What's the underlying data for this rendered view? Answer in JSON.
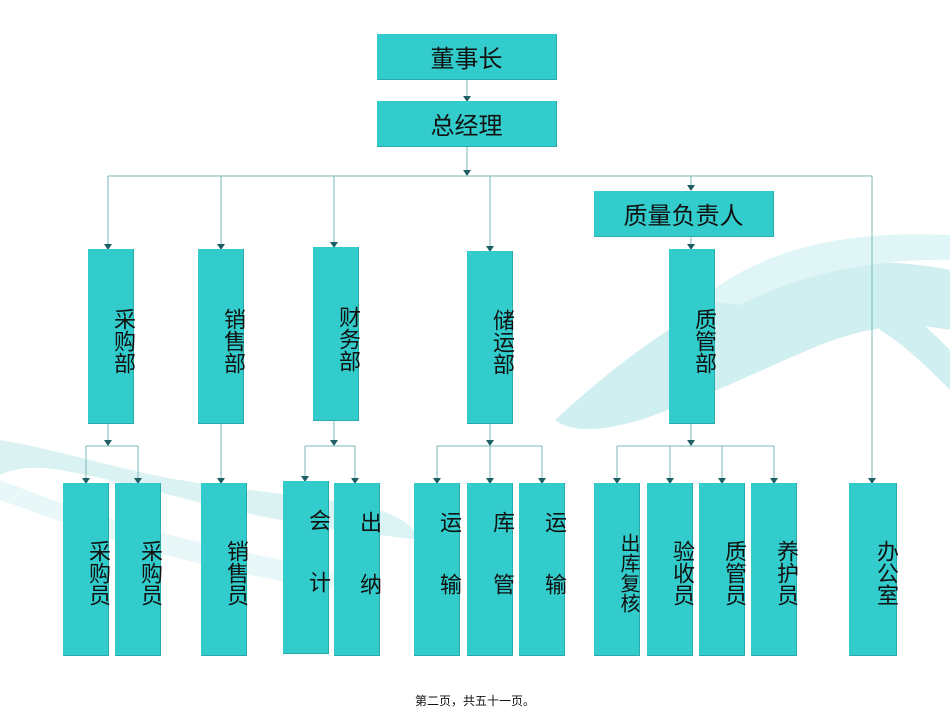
{
  "top": {
    "chairman": "董事长",
    "gm": "总经理",
    "quality_head": "质量负责人"
  },
  "departments": [
    {
      "id": "purchase",
      "label": "采购部"
    },
    {
      "id": "sales",
      "label": "销售部"
    },
    {
      "id": "finance",
      "label": "财务部"
    },
    {
      "id": "storage",
      "label": "储运部"
    },
    {
      "id": "qa",
      "label": "质管部"
    }
  ],
  "staff": [
    {
      "label": "采购员"
    },
    {
      "label": "采购员"
    },
    {
      "label": "销售员"
    },
    {
      "label": "会计"
    },
    {
      "label": "出纳"
    },
    {
      "label": "运输"
    },
    {
      "label": "库管"
    },
    {
      "label": "运输"
    },
    {
      "label": "出库复核"
    },
    {
      "label": "验收员"
    },
    {
      "label": "质管员"
    },
    {
      "label": "养护员"
    },
    {
      "label": "办公室"
    }
  ],
  "footer": "第二页，共五十一页。",
  "colors": {
    "box": "#33cccc",
    "line": "#7ab8b8",
    "arrow": "#1e5f66",
    "decoration": "#bfe9ea"
  }
}
